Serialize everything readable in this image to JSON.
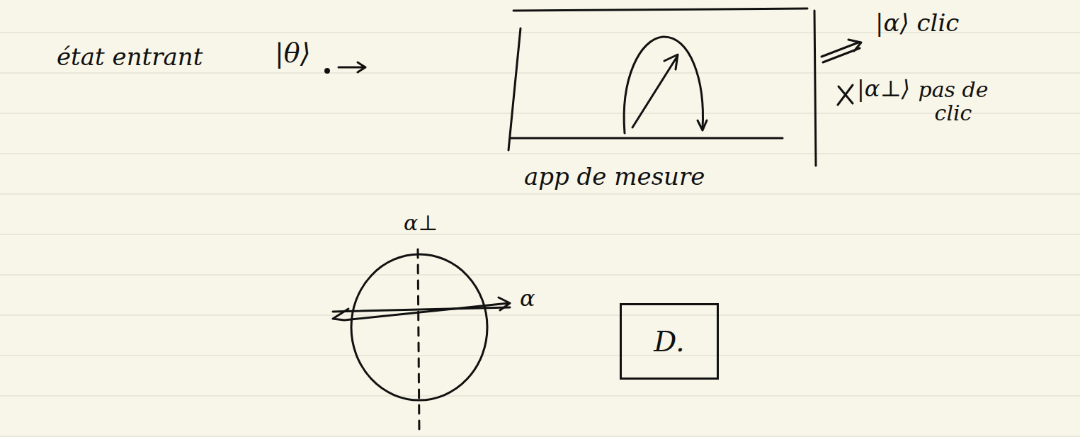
{
  "diagram": {
    "nodes": [
      {
        "text": [
          "app de mesure"
        ]
      },
      {
        "text": [
          "D."
        ]
      }
    ],
    "labels": [
      "état entrant",
      "|θ⟩",
      "|α⟩ clic",
      "|α⊥⟩",
      "pas de clic",
      "α⊥",
      "α"
    ]
  }
}
